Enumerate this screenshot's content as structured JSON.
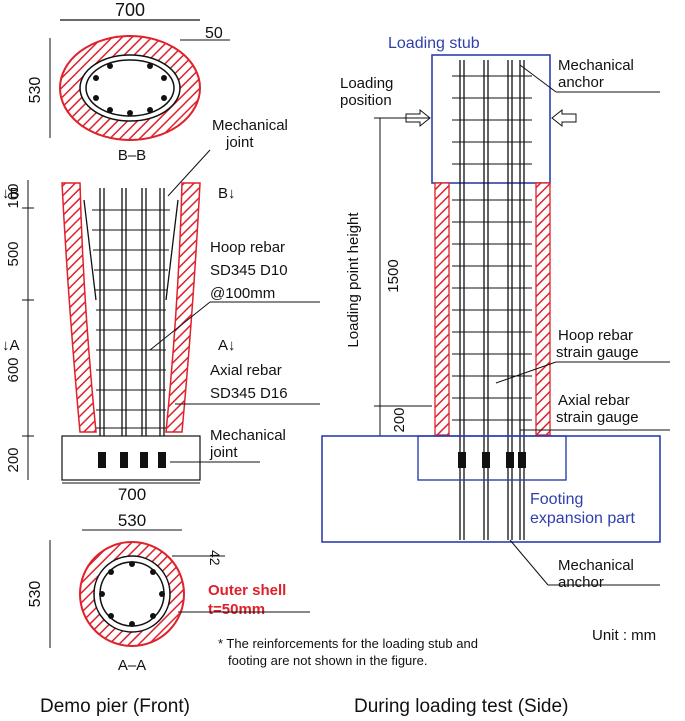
{
  "section_bb": {
    "width_dim": "700",
    "thickness_dim": "50",
    "depth_dim": "530",
    "caption": "B–B"
  },
  "front": {
    "mech_joint_top": [
      "Mechanical",
      "joint"
    ],
    "cut_b_left": "↓B",
    "cut_b_right": "B↓",
    "cut_a_left": "↓A",
    "cut_a_right": "A↓",
    "dims_vertical": [
      "100",
      "500",
      "600",
      "200"
    ],
    "hoop": [
      "Hoop rebar",
      "SD345 D10",
      "@100mm"
    ],
    "axial": [
      "Axial rebar",
      "SD345 D16"
    ],
    "mech_joint_bottom": [
      "Mechanical",
      "joint"
    ],
    "footing_width": "700"
  },
  "section_aa": {
    "width_dim": "530",
    "thickness_dim": "42",
    "depth_dim": "530",
    "shell_note": [
      "Outer shell",
      "t=50mm"
    ],
    "caption": "A–A"
  },
  "side": {
    "loading_stub": "Loading stub",
    "mech_anchor_top": [
      "Mechanical",
      "anchor"
    ],
    "loading_position": [
      "Loading",
      "position"
    ],
    "loading_height_label": "Loading point height",
    "loading_height_dim": "1500",
    "bottom_dim": "200",
    "hoop_gauge": [
      "Hoop rebar",
      "strain gauge"
    ],
    "axial_gauge": [
      "Axial rebar",
      "strain gauge"
    ],
    "footing_expansion": [
      "Footing",
      "expansion part"
    ],
    "mech_anchor_bottom": [
      "Mechanical",
      "anchor"
    ]
  },
  "notes": {
    "unit": "Unit : mm",
    "footnote": [
      "* The reinforcements for the loading stub and",
      "footing are not shown in the figure."
    ]
  },
  "captions": {
    "front": "Demo pier (Front)",
    "side": "During loading test (Side)"
  },
  "colors": {
    "shell": "#e0202a",
    "stub": "#2f3fae",
    "ink": "#111111"
  }
}
